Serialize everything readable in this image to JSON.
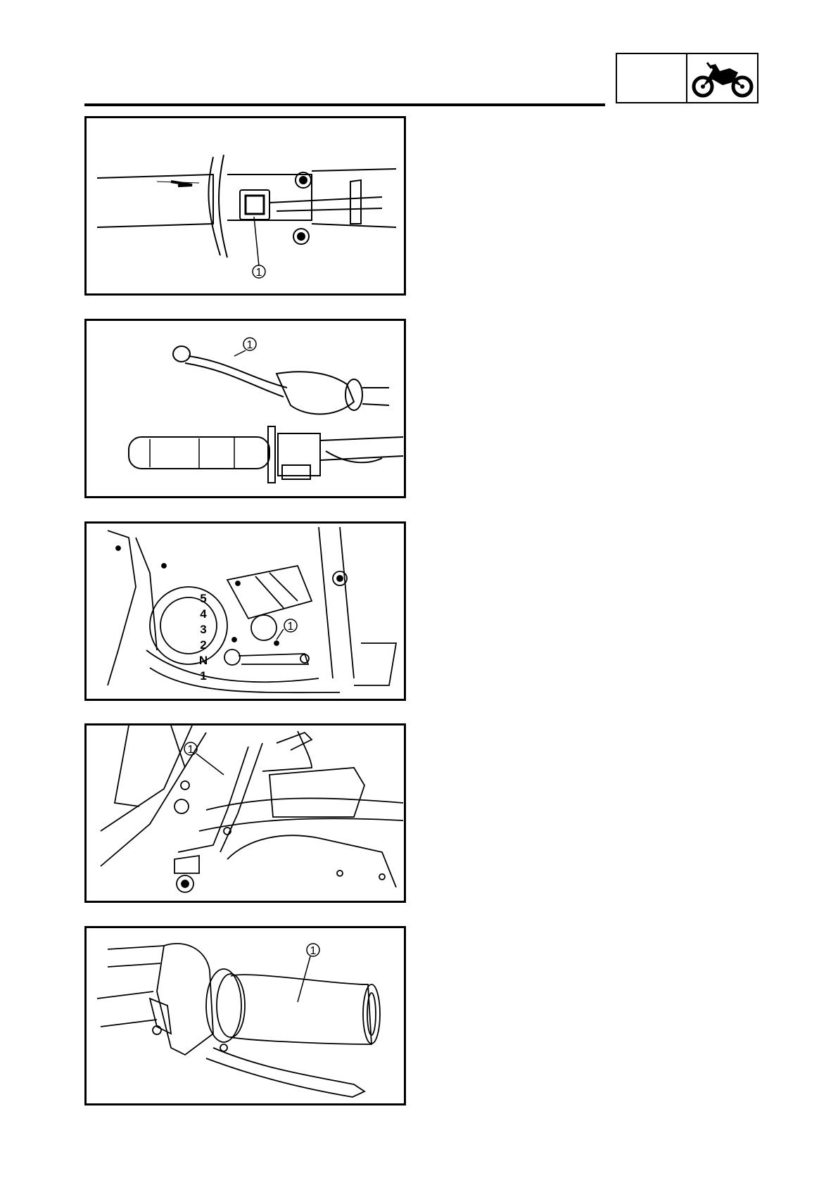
{
  "header": {
    "section_code": "",
    "section_icon": "dirt-bike-icon"
  },
  "figures": [
    {
      "callout": "1"
    },
    {
      "callout": "1"
    },
    {
      "callout": "1",
      "gear_positions": [
        "5",
        "4",
        "3",
        "2",
        "N",
        "1"
      ]
    },
    {
      "callout": "1"
    },
    {
      "callout": "1"
    }
  ]
}
